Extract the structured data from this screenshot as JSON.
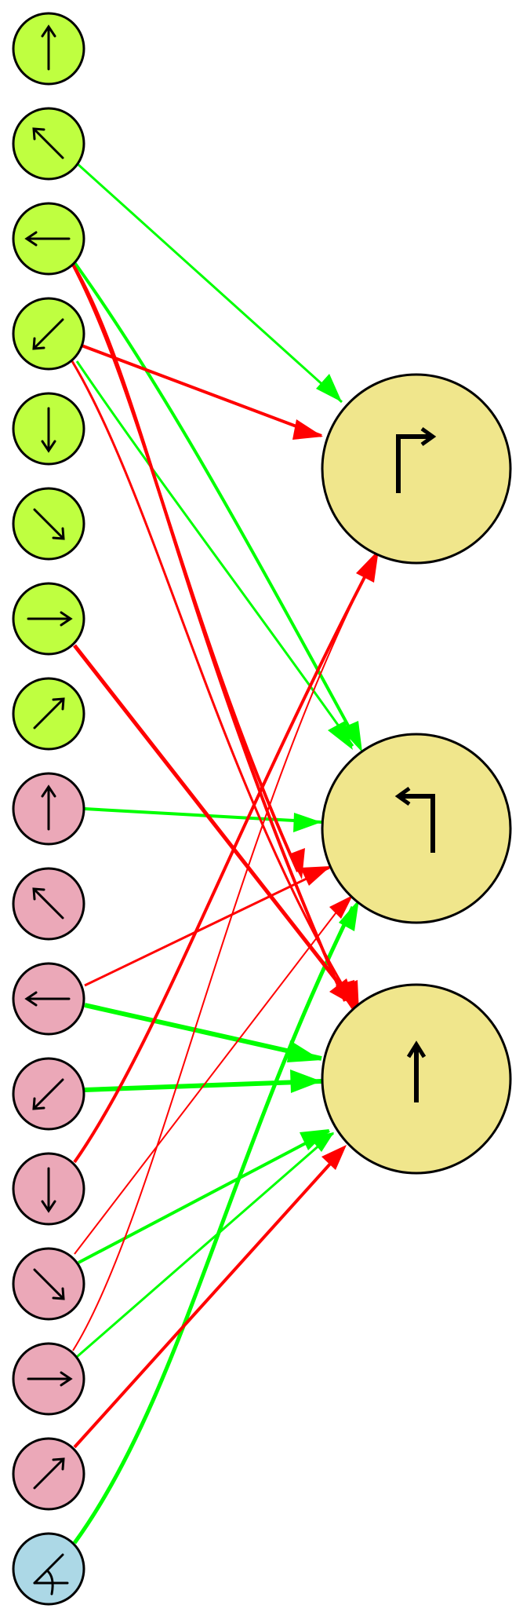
{
  "colors": {
    "background": "#ffffff",
    "green_input": "#bfff40",
    "pink_input": "#eba8b8",
    "blue_input": "#acd8e6",
    "output": "#f0e68c",
    "stroke": "#000000",
    "excitatory": "#00ff00",
    "inhibitory": "#ff0000"
  },
  "nodes": [
    {
      "id": "g-up",
      "group": "green",
      "icon": "arrow-up"
    },
    {
      "id": "g-upleft",
      "group": "green",
      "icon": "arrow-up-left"
    },
    {
      "id": "g-left",
      "group": "green",
      "icon": "arrow-left"
    },
    {
      "id": "g-downleft",
      "group": "green",
      "icon": "arrow-down-left"
    },
    {
      "id": "g-down",
      "group": "green",
      "icon": "arrow-down"
    },
    {
      "id": "g-downright",
      "group": "green",
      "icon": "arrow-down-right"
    },
    {
      "id": "g-right",
      "group": "green",
      "icon": "arrow-right"
    },
    {
      "id": "g-upright",
      "group": "green",
      "icon": "arrow-up-right"
    },
    {
      "id": "p-up",
      "group": "pink",
      "icon": "arrow-up"
    },
    {
      "id": "p-upleft",
      "group": "pink",
      "icon": "arrow-up-left"
    },
    {
      "id": "p-left",
      "group": "pink",
      "icon": "arrow-left"
    },
    {
      "id": "p-downleft",
      "group": "pink",
      "icon": "arrow-down-left"
    },
    {
      "id": "p-down",
      "group": "pink",
      "icon": "arrow-down"
    },
    {
      "id": "p-downright",
      "group": "pink",
      "icon": "arrow-down-right"
    },
    {
      "id": "p-right",
      "group": "pink",
      "icon": "arrow-right"
    },
    {
      "id": "p-upright",
      "group": "pink",
      "icon": "arrow-up-right"
    },
    {
      "id": "b-angle",
      "group": "blue",
      "icon": "angle"
    },
    {
      "id": "o-turn-right",
      "group": "output",
      "icon": "turn-right"
    },
    {
      "id": "o-turn-left",
      "group": "output",
      "icon": "turn-left"
    },
    {
      "id": "o-forward",
      "group": "output",
      "icon": "forward"
    }
  ],
  "edges": [
    {
      "from": "g-upleft",
      "to": "o-turn-right",
      "sign": "excitatory"
    },
    {
      "from": "g-left",
      "to": "o-turn-left",
      "sign": "excitatory"
    },
    {
      "from": "g-left",
      "to": "o-forward",
      "sign": "inhibitory"
    },
    {
      "from": "g-left",
      "to": "o-turn-left",
      "sign": "inhibitory"
    },
    {
      "from": "g-downleft",
      "to": "o-turn-right",
      "sign": "inhibitory"
    },
    {
      "from": "g-downleft",
      "to": "o-turn-left",
      "sign": "excitatory"
    },
    {
      "from": "g-downleft",
      "to": "o-forward",
      "sign": "inhibitory"
    },
    {
      "from": "g-right",
      "to": "o-forward",
      "sign": "inhibitory"
    },
    {
      "from": "p-up",
      "to": "o-turn-left",
      "sign": "excitatory"
    },
    {
      "from": "p-left",
      "to": "o-turn-left",
      "sign": "inhibitory"
    },
    {
      "from": "p-left",
      "to": "o-forward",
      "sign": "excitatory"
    },
    {
      "from": "p-downleft",
      "to": "o-forward",
      "sign": "excitatory"
    },
    {
      "from": "p-down",
      "to": "o-turn-right",
      "sign": "inhibitory"
    },
    {
      "from": "p-downright",
      "to": "o-forward",
      "sign": "excitatory"
    },
    {
      "from": "p-downright",
      "to": "o-turn-left",
      "sign": "inhibitory"
    },
    {
      "from": "p-right",
      "to": "o-turn-right",
      "sign": "inhibitory"
    },
    {
      "from": "p-right",
      "to": "o-forward",
      "sign": "excitatory"
    },
    {
      "from": "p-upright",
      "to": "o-forward",
      "sign": "inhibitory"
    },
    {
      "from": "b-angle",
      "to": "o-turn-left",
      "sign": "excitatory"
    }
  ]
}
